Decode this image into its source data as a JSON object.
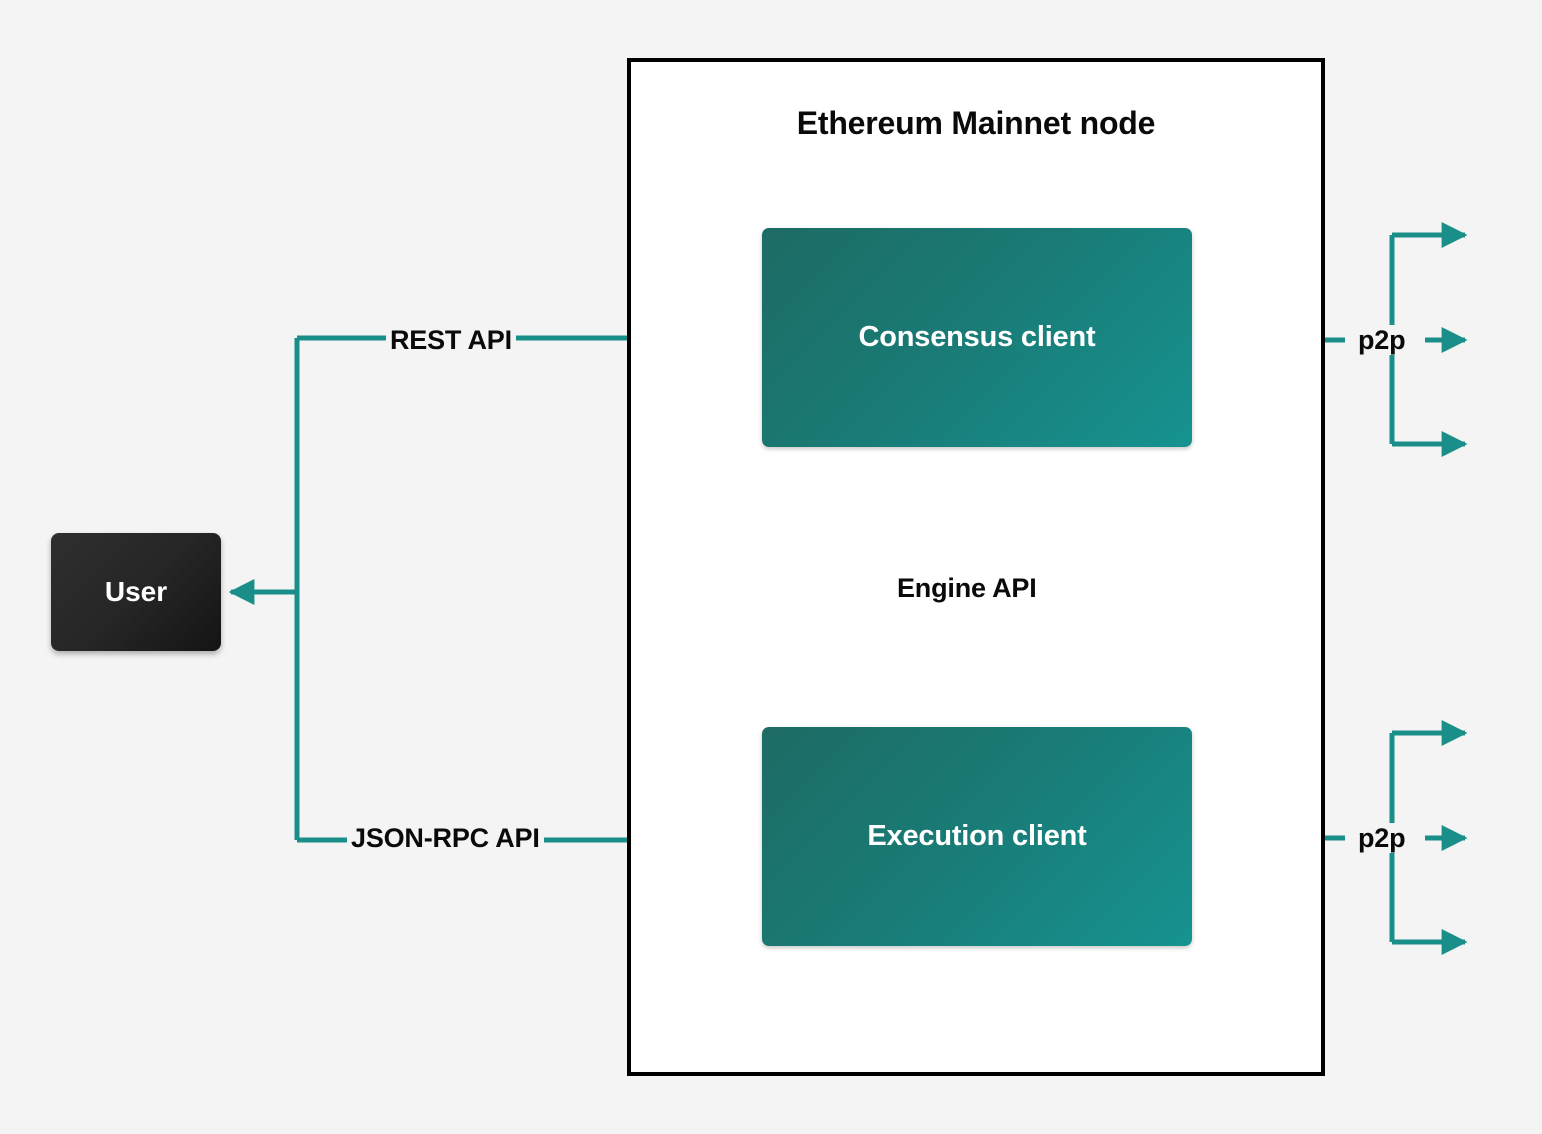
{
  "diagram": {
    "title": "Ethereum Mainnet node",
    "background_color": "#f4f4f4",
    "accent_color": "#1a8f8a",
    "frame_color": "#000000"
  },
  "nodes": {
    "user": {
      "label": "User",
      "fill_from": "#2f2f2f",
      "fill_to": "#141414",
      "text_color": "#ffffff"
    },
    "consensus_client": {
      "label": "Consensus client",
      "fill_from": "#1d6b64",
      "fill_to": "#169390",
      "text_color": "#ffffff"
    },
    "execution_client": {
      "label": "Execution client",
      "fill_from": "#1d6b64",
      "fill_to": "#169390",
      "text_color": "#ffffff"
    }
  },
  "edges": {
    "rest_api": {
      "label": "REST API",
      "style": "solid",
      "direction": "user-to-consensus"
    },
    "json_rpc_api": {
      "label": "JSON-RPC API",
      "style": "solid",
      "direction": "user-to-execution"
    },
    "engine_api": {
      "label": "Engine API",
      "down_style": "solid",
      "up_style": "dashed"
    },
    "p2p_consensus": {
      "label": "p2p",
      "style": "solid"
    },
    "p2p_execution": {
      "label": "p2p",
      "style": "solid"
    }
  }
}
